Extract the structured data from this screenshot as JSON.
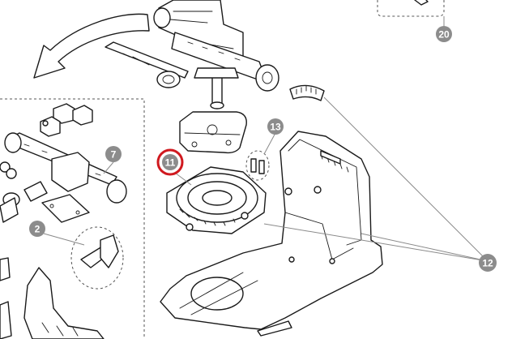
{
  "callouts": [
    {
      "id": "c20",
      "label": "20",
      "highlighted": false
    },
    {
      "id": "c13",
      "label": "13",
      "highlighted": false
    },
    {
      "id": "c11",
      "label": "11",
      "highlighted": true
    },
    {
      "id": "c7",
      "label": "7",
      "highlighted": false
    },
    {
      "id": "c2",
      "label": "2",
      "highlighted": false
    },
    {
      "id": "c12",
      "label": "12",
      "highlighted": false
    }
  ],
  "colors": {
    "callout_fill": "#8c8c8c",
    "highlight_ring": "#d0191f",
    "line_art": "#1a1a1a",
    "leader_line": "#8a8a8a"
  }
}
